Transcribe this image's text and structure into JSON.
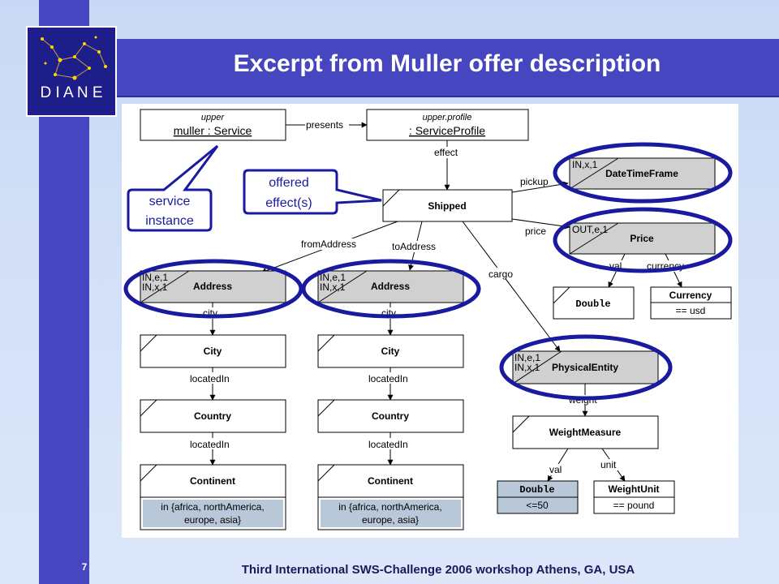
{
  "title": "Excerpt from Muller offer description",
  "logo_text": "D I A N E",
  "slide_number": "7",
  "footer": "Third International SWS-Challenge 2006 workshop Athens, GA, USA",
  "colors": {
    "accent": "#4646c0",
    "ellipse": "#1a1aa0",
    "grey_node": "#d0d0d0"
  },
  "diagram": {
    "service": {
      "upper": "upper",
      "name": "muller : Service"
    },
    "profile": {
      "upper": "upper.profile",
      "name": ": ServiceProfile"
    },
    "shipped": "Shipped",
    "datetime": {
      "tag": "IN,x,1",
      "name": "DateTimeFrame"
    },
    "price": {
      "tag": "OUT,e,1",
      "name": "Price"
    },
    "double1": "Double",
    "currency": {
      "name": "Currency",
      "value": "== usd"
    },
    "address_from": {
      "tag1": "IN,e,1",
      "tag2": "IN,x,1",
      "name": "Address"
    },
    "address_to": {
      "tag1": "IN,e,1",
      "tag2": "IN,x,1",
      "name": "Address"
    },
    "city": "City",
    "country": "Country",
    "continent": {
      "name": "Continent",
      "value1": "in {africa, northAmerica,",
      "value2": "europe, asia}"
    },
    "physical": {
      "tag1": "IN,e,1",
      "tag2": "IN,x,1",
      "name": "PhysicalEntity"
    },
    "weightmeasure": "WeightMeasure",
    "double2": {
      "name": "Double",
      "value": "<=50"
    },
    "weightunit": {
      "name": "WeightUnit",
      "value": "== pound"
    },
    "edges": {
      "presents": "presents",
      "effect": "effect",
      "pickup": "pickup",
      "price": "price",
      "from_address": "fromAddress",
      "to_address": "toAddress",
      "cargo": "cargo",
      "val": "val",
      "currency": "currency",
      "city": "city",
      "located_in": "locatedIn",
      "weight": "weight",
      "unit": "unit"
    }
  },
  "callouts": {
    "service_instance": {
      "line1": "service",
      "line2": "instance"
    },
    "offered_effect": {
      "line1": "offered",
      "line2": "effect(s)"
    }
  }
}
